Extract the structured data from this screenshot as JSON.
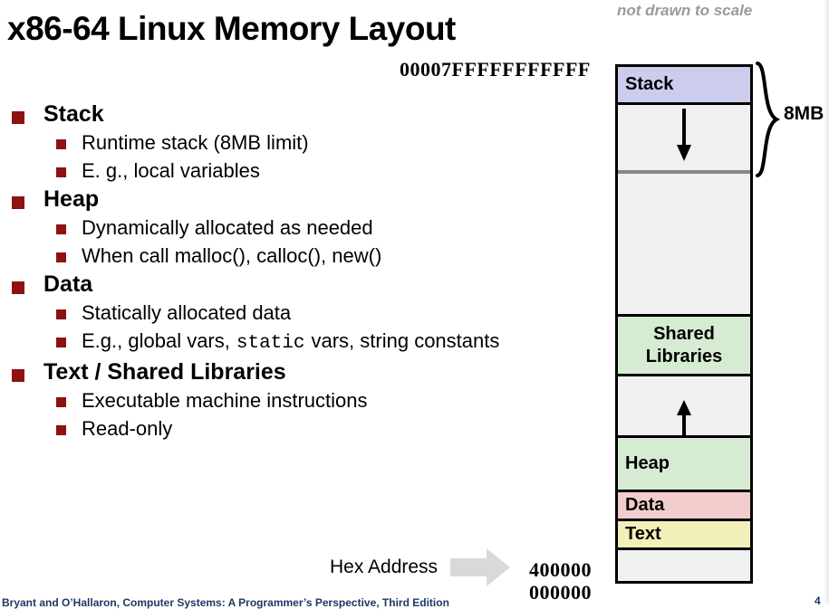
{
  "slide": {
    "title": "x86-64 Linux Memory Layout",
    "note": "not drawn to scale"
  },
  "bullets": [
    {
      "label": "Stack",
      "sub": [
        "Runtime stack (8MB limit)",
        "E. g., local variables"
      ]
    },
    {
      "label": "Heap",
      "sub": [
        "Dynamically allocated as needed",
        "When call  malloc(), calloc(), new()"
      ]
    },
    {
      "label": "Data",
      "sub": [
        "Statically allocated data",
        "E.g., global vars, static vars, string constants"
      ]
    },
    {
      "label": "Text  / Shared Libraries",
      "sub": [
        "Executable machine instructions",
        "Read-only"
      ]
    }
  ],
  "data_bullet_parts": {
    "prefix": "E.g., global vars,",
    "code": "static",
    "suffix": "vars, string constants"
  },
  "diagram": {
    "top_address": "00007FFFFFFFFFFF",
    "brace_label": "8MB",
    "hex_address_caption": "Hex Address",
    "bottom_address_1": "400000",
    "bottom_address_2": "000000",
    "regions": [
      {
        "name": "Stack",
        "label": "Stack",
        "color": "#ccccec",
        "height": 42
      },
      {
        "name": "stack-growth-gap",
        "label": "",
        "color": "#f0f0f0",
        "height": 76
      },
      {
        "name": "unmapped-upper",
        "label": "",
        "color": "#f0f0f0",
        "height": 158
      },
      {
        "name": "Shared Libraries",
        "label": "Shared Libraries",
        "color": "#d6ecd2",
        "height": 66
      },
      {
        "name": "heap-growth-gap",
        "label": "",
        "color": "#f0f0f0",
        "height": 68
      },
      {
        "name": "Heap",
        "label": "Heap",
        "color": "#d6ecd2",
        "height": 60
      },
      {
        "name": "Data",
        "label": "Data",
        "color": "#f2cdcd",
        "height": 32
      },
      {
        "name": "Text",
        "label": "Text",
        "color": "#f1f0b8",
        "height": 32
      },
      {
        "name": "reserved-low",
        "label": "",
        "color": "#f0f0f0",
        "height": 34
      }
    ]
  },
  "footer": {
    "text": "Bryant and O’Hallaron, Computer Systems: A Programmer’s Perspective, Third Edition",
    "page": "4"
  },
  "colors": {
    "bullet_square": "#8f1111",
    "note_gray": "#9a9a9a",
    "arrow_gray": "#d9d9d9",
    "divider_gray": "#888888",
    "footer_blue": "#1f3864"
  }
}
